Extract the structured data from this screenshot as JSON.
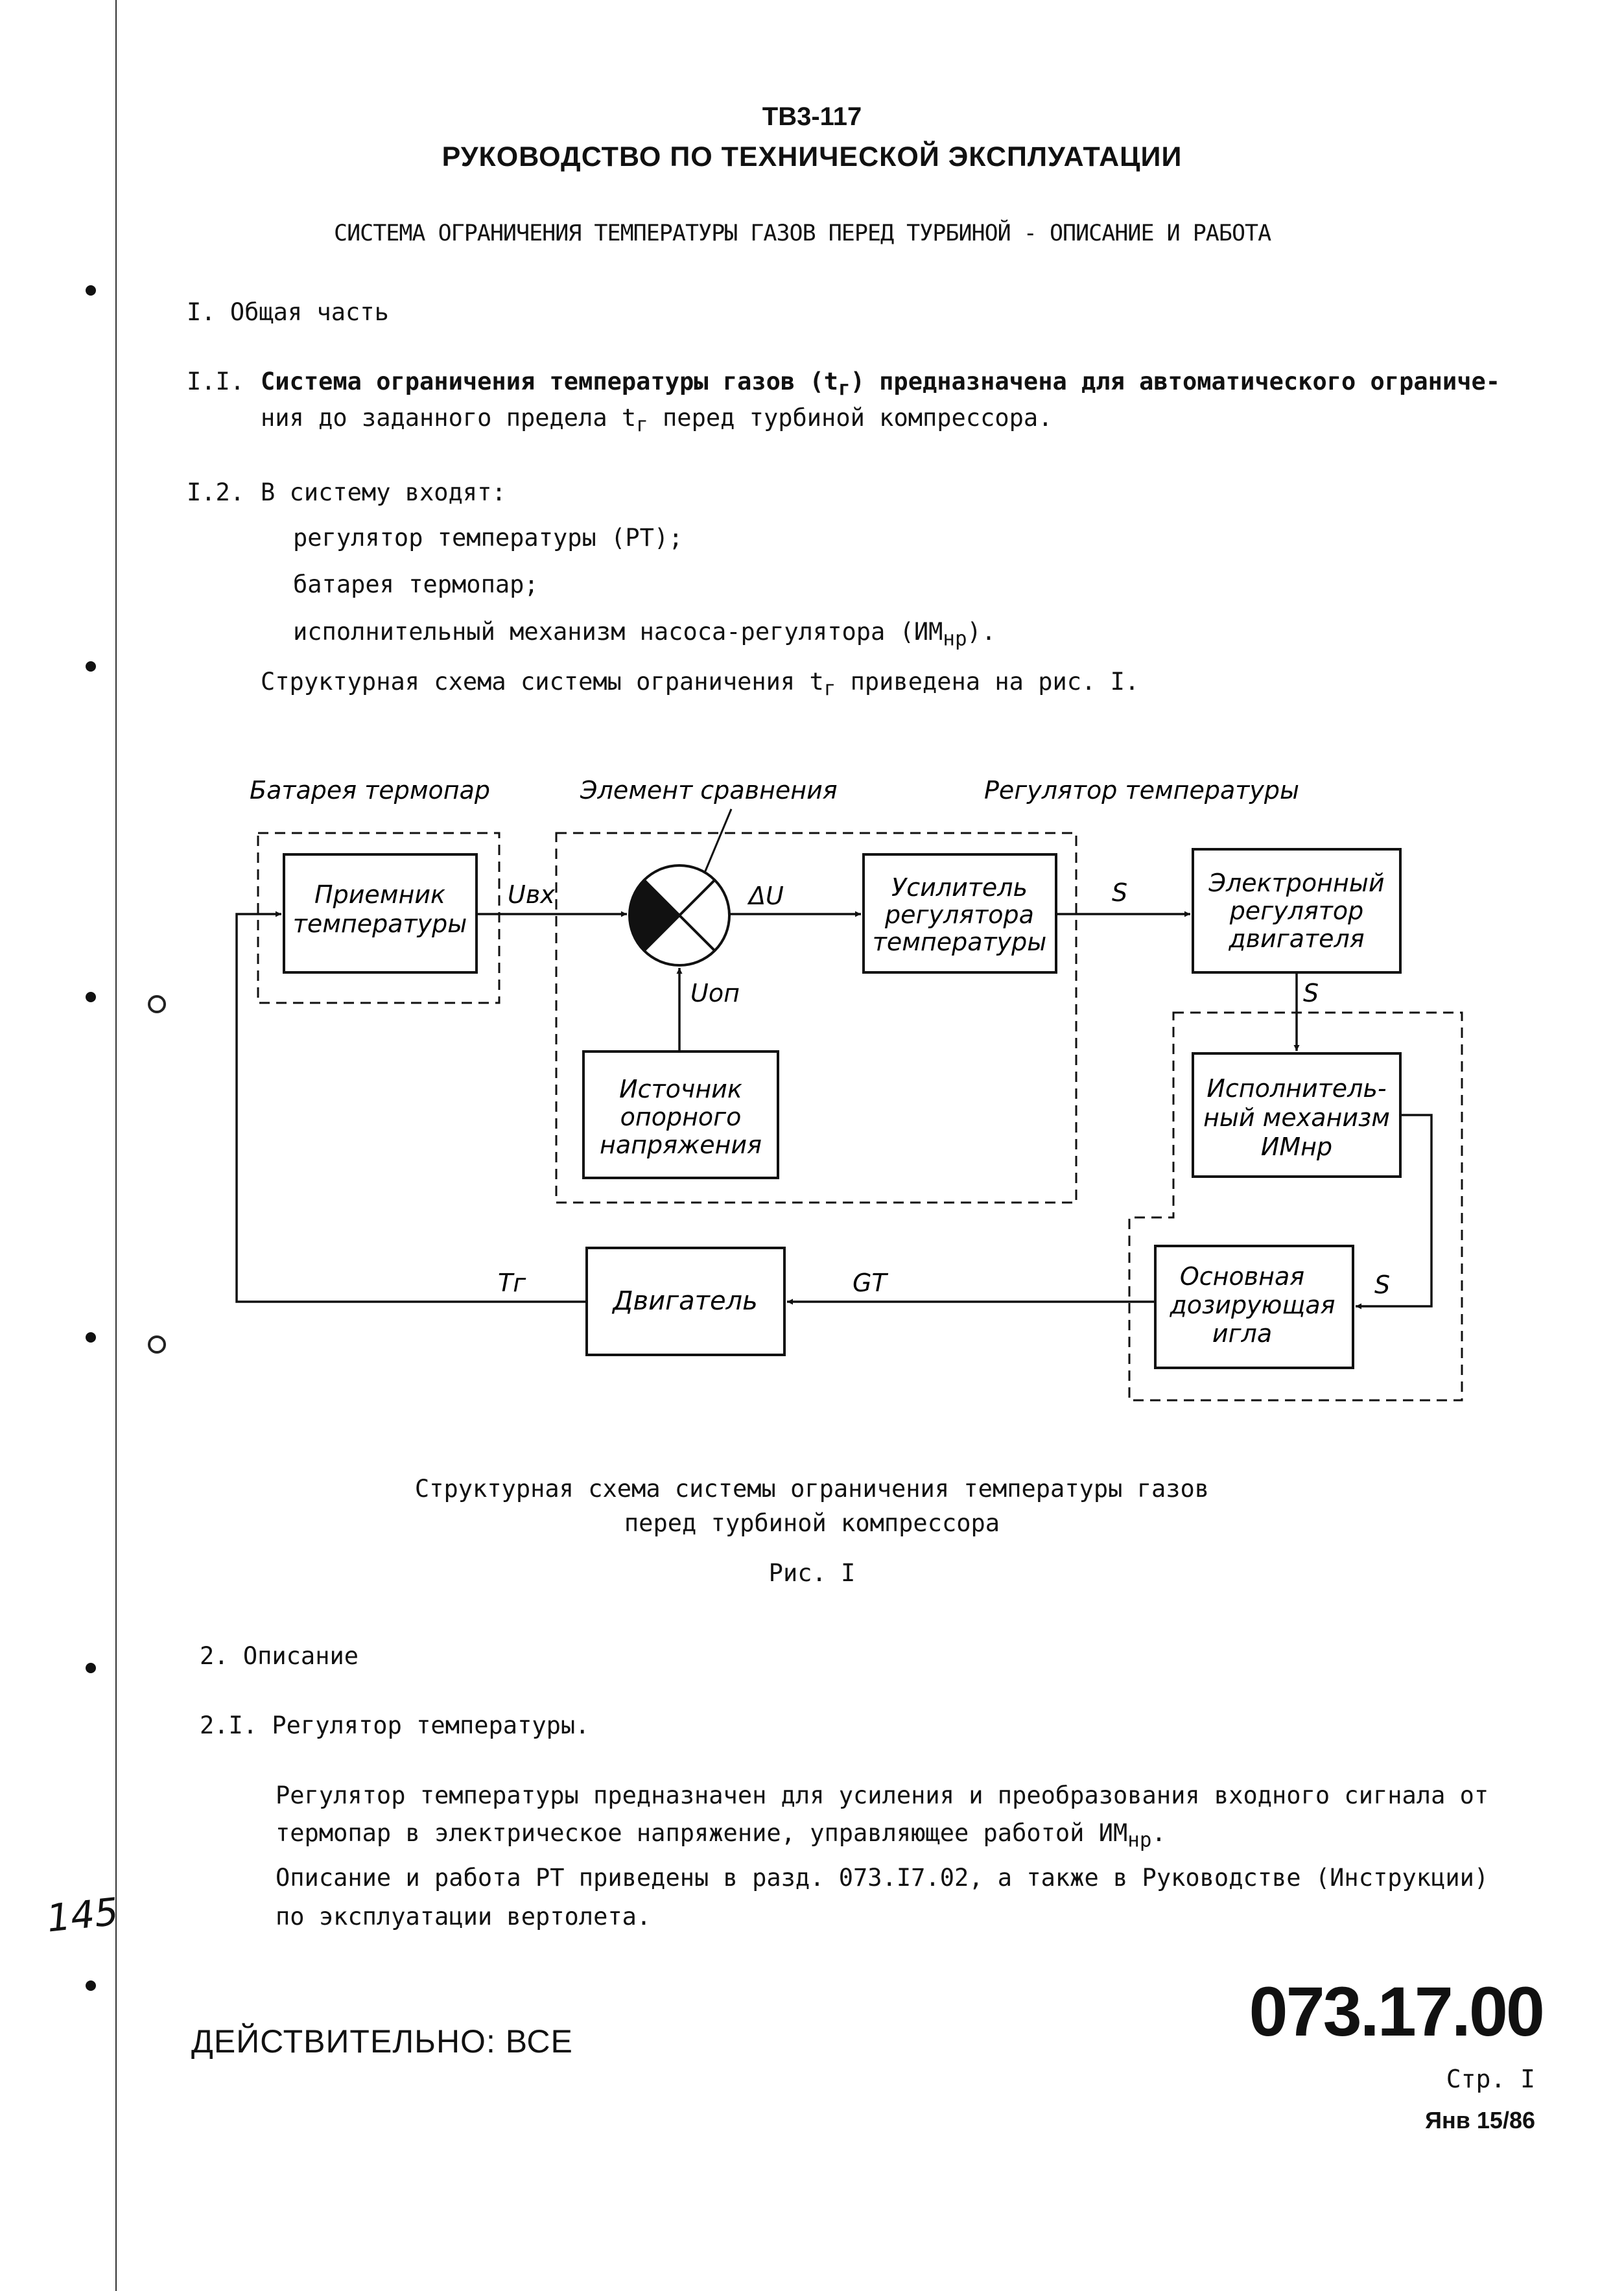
{
  "header": {
    "doc_code": "ТВ3-117",
    "manual_title": "РУКОВОДСТВО ПО ТЕХНИЧЕСКОЙ ЭКСПЛУАТАЦИИ",
    "section_title": "СИСТЕМА ОГРАНИЧЕНИЯ ТЕМПЕРАТУРЫ ГАЗОВ ПЕРЕД ТУРБИНОЙ - ОПИСАНИЕ И РАБОТА"
  },
  "section1": {
    "heading": "I. Общая часть",
    "p11": {
      "num": "I.I.",
      "line1_a": "Система ограничения температуры газов (t",
      "line1_sub": "г",
      "line1_b": ") предназначена для автоматического ограниче-",
      "line2_a": "ния до заданного предела t",
      "line2_sub": "г",
      "line2_b": " перед турбиной компрессора."
    },
    "p12": {
      "num": "I.2.",
      "intro": "В систему входят:",
      "items": [
        "регулятор температуры (РТ);",
        "батарея термопар;"
      ],
      "item3_a": "исполнительный механизм насоса-регулятора (ИМ",
      "item3_sub": "нр",
      "item3_b": ").",
      "scheme_a": "Структурная схема системы ограничения t",
      "scheme_sub": "г",
      "scheme_b": " приведена на рис. I."
    }
  },
  "diagram": {
    "group_thermo": "Батарея термопар",
    "group_compare": "Элемент сравнения",
    "group_regulator": "Регулятор температуры",
    "receiver": [
      "Приемник",
      "температуры"
    ],
    "amplifier": [
      "Усилитель",
      "регулятора",
      "температуры"
    ],
    "electronic": [
      "Электронный",
      "регулятор",
      "двигателя"
    ],
    "source": [
      "Источник",
      "опорного",
      "напряжения"
    ],
    "actuator": [
      "Исполнитель-",
      "ный механизм",
      "ИМнр"
    ],
    "needle": [
      "Основная",
      "дозирующая",
      "игла"
    ],
    "engine": "Двигатель",
    "sig_uin": "Uвх",
    "sig_du": "ΔU",
    "sig_s1": "S",
    "sig_s2": "S",
    "sig_s3": "S",
    "sig_uop": "Uоп",
    "sig_gt": "GT",
    "sig_tg": "Tг"
  },
  "figure": {
    "caption_line1": "Структурная схема системы ограничения температуры газов",
    "caption_line2": "перед турбиной компрессора",
    "label": "Рис. I"
  },
  "section2": {
    "heading": "2. Описание",
    "sub_heading": "2.I. Регулятор температуры.",
    "para1_line1": "Регулятор температуры предназначен для усиления и преобразования входного сигнала от",
    "para1_line2_a": "термопар в электрическое напряжение, управляющее работой ИМ",
    "para1_line2_sub": "нр",
    "para1_line2_b": ".",
    "para2_line1": "Описание и работа РТ приведены в разд. 073.I7.02, а также в Руководстве (Инструкции)",
    "para2_line2": "по эксплуатации вертолета."
  },
  "footer": {
    "validity": "ДЕЙСТВИТЕЛЬНО: ВСЕ",
    "doc_number": "073.17.00",
    "page": "Стр. I",
    "date": "Янв 15/86",
    "handwritten_note": "145"
  }
}
